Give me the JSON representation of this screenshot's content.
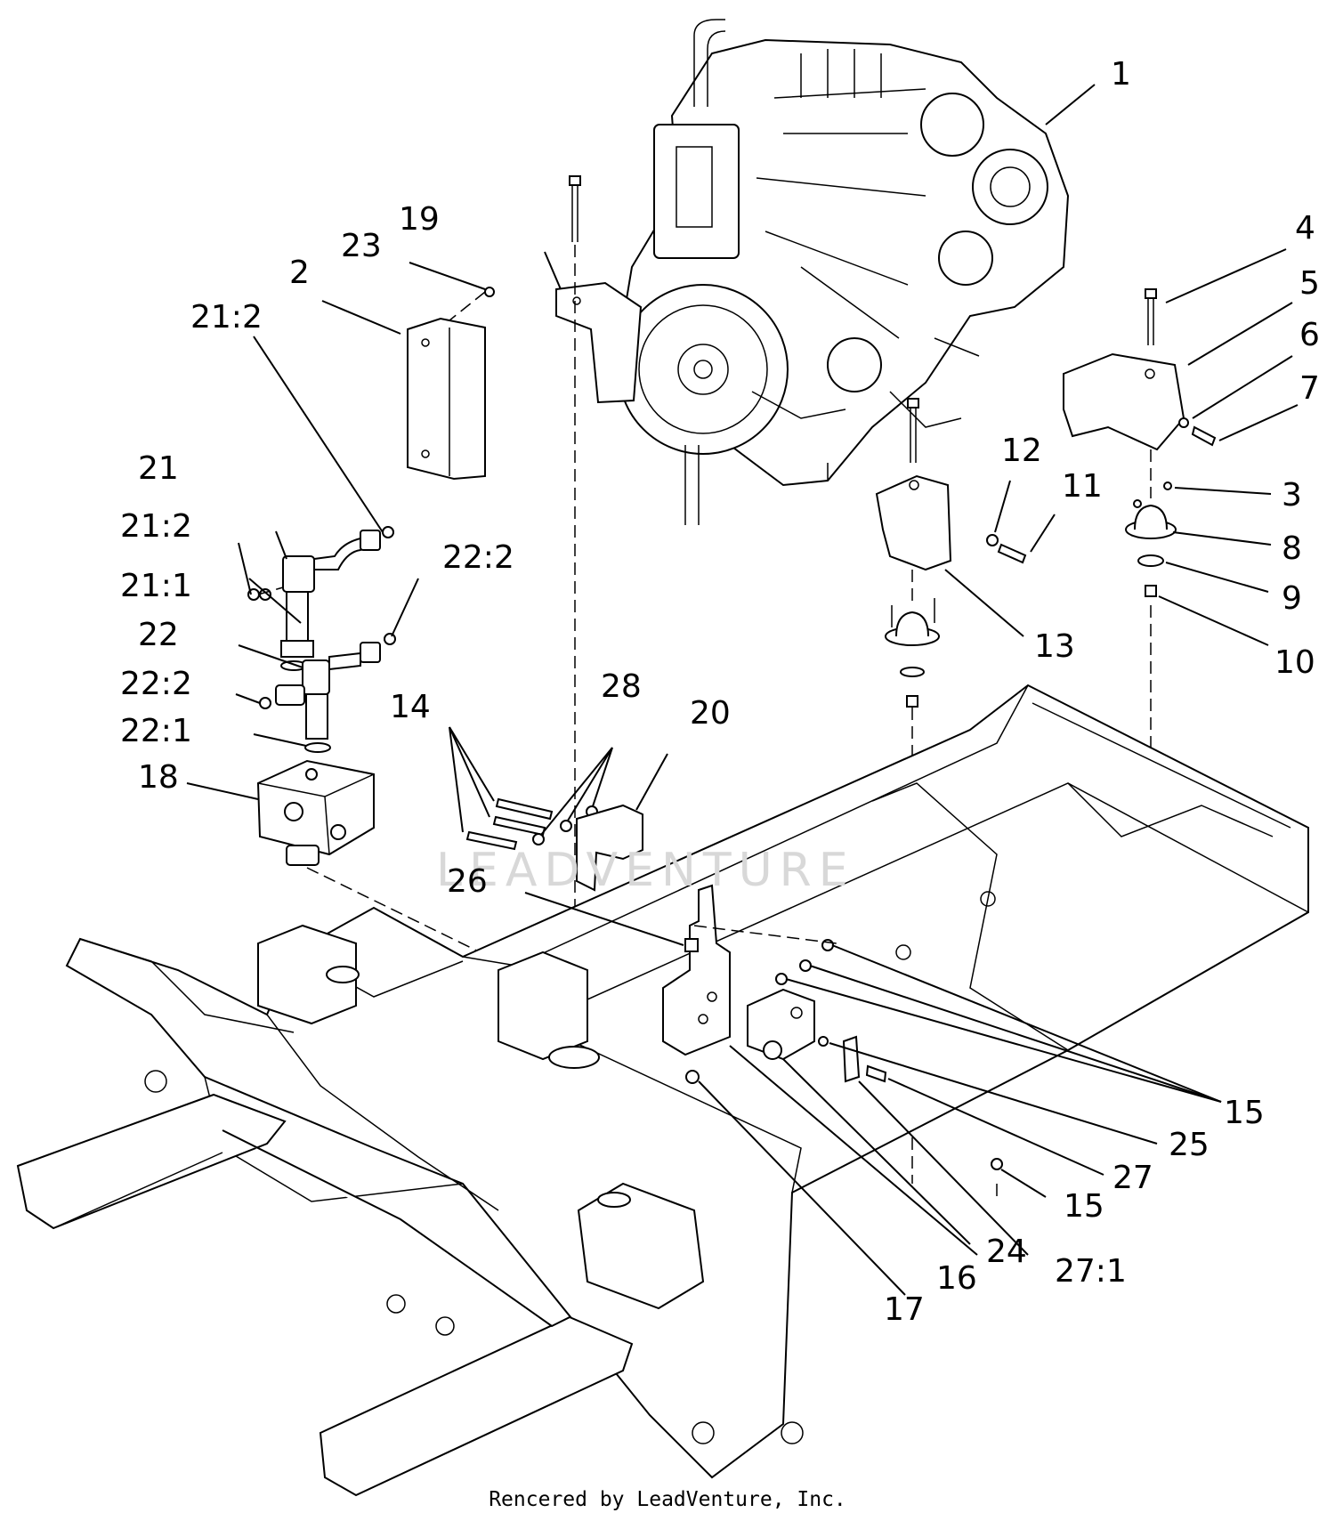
{
  "watermark": "LEADVENTURE",
  "footer": "Rencered by LeadVenture, Inc.",
  "callouts": [
    "1",
    "2",
    "3",
    "4",
    "5",
    "6",
    "7",
    "8",
    "9",
    "10",
    "11",
    "12",
    "13",
    "14",
    "15",
    "15",
    "15",
    "16",
    "17",
    "18",
    "19",
    "20",
    "21",
    "21:1",
    "21:2",
    "21:2",
    "22",
    "22:1",
    "22:2",
    "22:2",
    "23",
    "24",
    "25",
    "26",
    "27",
    "27:1",
    "28"
  ]
}
